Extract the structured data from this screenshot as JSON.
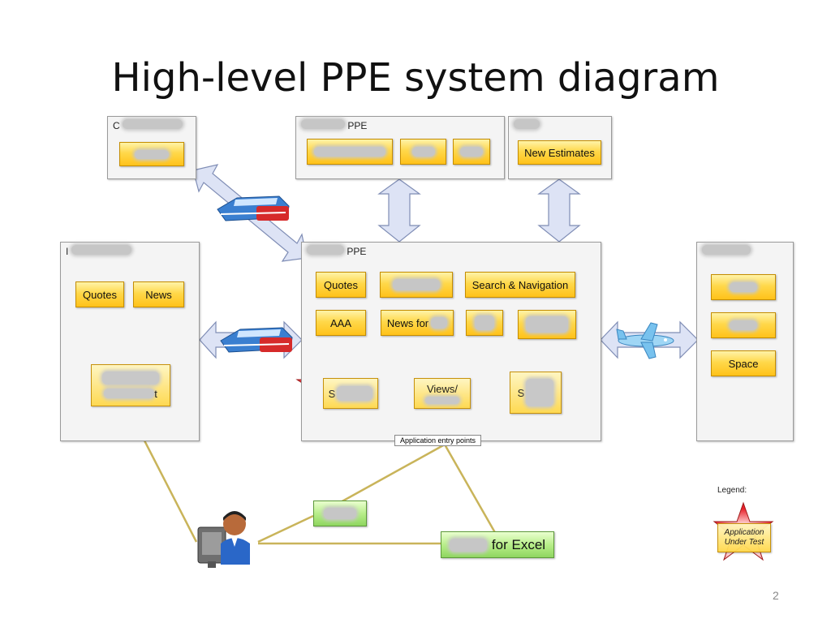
{
  "slide": {
    "title": "High-level PPE system diagram",
    "page_number": "2"
  },
  "panels": {
    "top_left": {
      "title_prefix": "C"
    },
    "top_middle": {
      "title": "PPE"
    },
    "top_right": {
      "button": "New Estimates"
    },
    "left": {
      "title_prefix": "I",
      "buttons": [
        "Quotes",
        "News"
      ],
      "star_label": "t"
    },
    "center": {
      "title": "PPE",
      "row1": [
        "Quotes",
        "Search & Navigation"
      ],
      "row2": [
        "AAA",
        "News for"
      ],
      "stars": [
        "S",
        "Views/",
        "S"
      ],
      "entry_points_tag": "Application entry points"
    },
    "right": {
      "buttons": [
        "Space"
      ]
    }
  },
  "excel_box": {
    "label": "for Excel"
  },
  "legend": {
    "label": "Legend:",
    "line1": "Application",
    "line2": "Under Test"
  },
  "colors": {
    "button_yellow": "#ffc21a",
    "button_green": "#8fd660",
    "star_red": "#e8202a",
    "arrow_fill": "#dde3f5",
    "link_line": "#d8c36a"
  },
  "icons": [
    "train-icon",
    "train-icon",
    "airplane-icon",
    "user-at-computer-icon"
  ]
}
